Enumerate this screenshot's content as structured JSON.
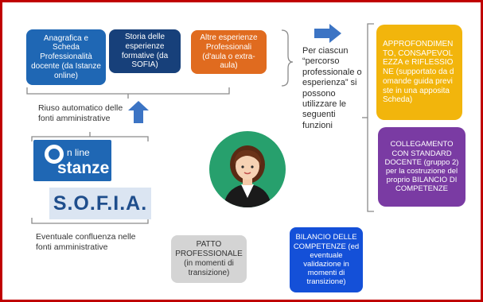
{
  "boxes": {
    "anagrafica": "Anagrafica e Scheda Professionalità docente (da Istanze online)",
    "storia": "Storia delle esperienze formative (da SOFIA)",
    "altre": "Altre esperienze Professionali (d'aula o extra-aula)",
    "approfondimento": "APPROFONDIMENTO, CONSAPEVOLEZZA e RIFLESSIONE (supportato da domande guida previste in una apposita Scheda)",
    "collegamento": "COLLEGAMENTO CON STANDARD DOCENTE (gruppo 2) per la costruzione del proprio BILANCIO DI COMPETENZE",
    "patto": "PATTO PROFESSIONALE (in momenti di transizione)",
    "bilancio": "BILANCIO DELLE COMPETENZE (ed eventuale validazione in momenti di transizione)"
  },
  "labels": {
    "riuso": "Riuso automatico delle fonti amministrative",
    "confluenza": "Eventuale confluenza nelle fonti amministrative",
    "per_ciascun": "Per ciascun “percorso professionale o esperienza” si possono utilizzare le seguenti funzioni"
  },
  "logos": {
    "instanze_line1": "n line",
    "instanze_line2": "stanze",
    "sofia": "S.O.F.I.A."
  },
  "colors": {
    "frame": "#c00000",
    "blue_box": "#1f67b4",
    "dark_blue_box": "#17407a",
    "orange_box": "#e06b1f",
    "yellow_box": "#f2b50c",
    "purple_box": "#7a3ba3",
    "grey_box": "#d4d4d4",
    "blue_box2": "#1450d8",
    "arrow": "#3c74c4",
    "avatar_circle": "#27a06d"
  },
  "icons": {
    "arrow_up": "arrow-up-icon",
    "arrow_right": "arrow-right-icon",
    "person": "businesswoman-icon"
  }
}
